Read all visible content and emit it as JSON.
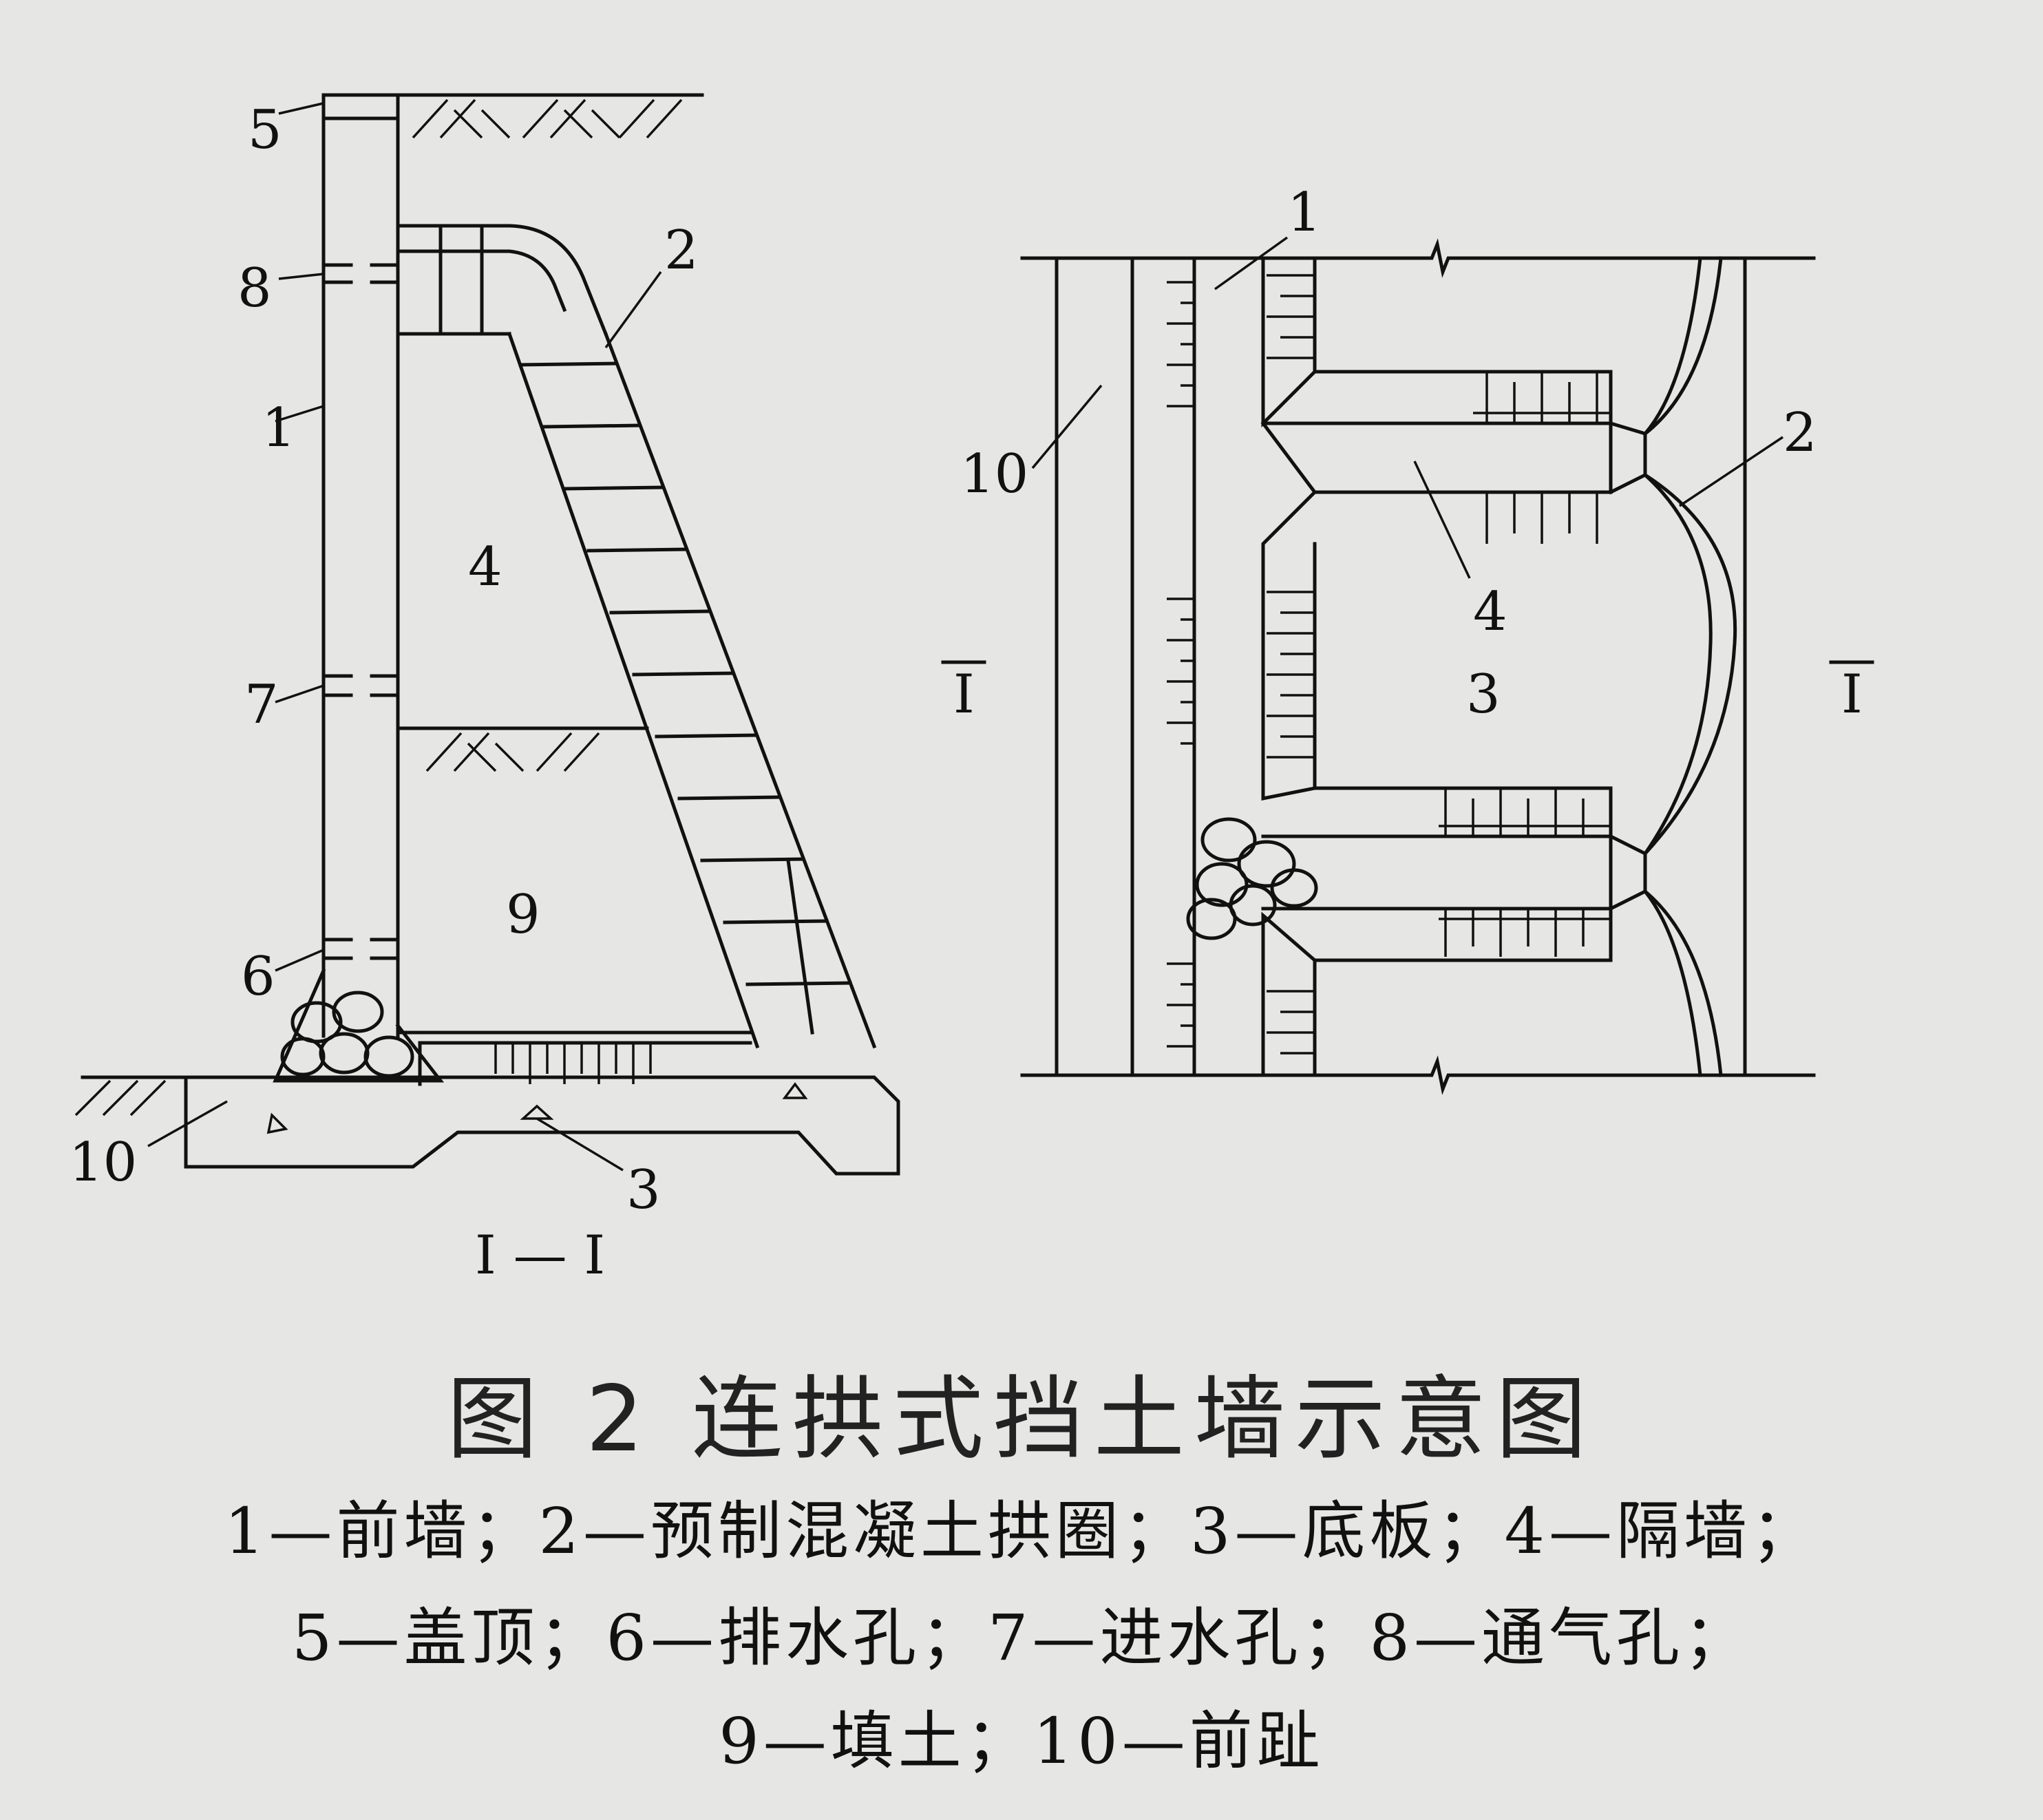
{
  "labels": {
    "section_view": {
      "n5": "5",
      "n8": "8",
      "n1": "1",
      "n7": "7",
      "n6": "6",
      "n10": "10",
      "n4": "4",
      "n9": "9",
      "n2": "2",
      "n3": "3",
      "section_mark": "I — I"
    },
    "plan_view": {
      "n1": "1",
      "n2": "2",
      "n10": "10",
      "n4": "4",
      "n3": "3",
      "cut_left": "I",
      "cut_right": "I"
    }
  },
  "caption": {
    "title": "图 2 连拱式挡土墙示意图",
    "legend_line1": "1—前墙；2—预制混凝土拱圈；3—底板；4—隔墙；",
    "legend_line2": "5—盖顶；6—排水孔；7—进水孔；8—通气孔；",
    "legend_line3": "9—填土；10—前趾"
  }
}
